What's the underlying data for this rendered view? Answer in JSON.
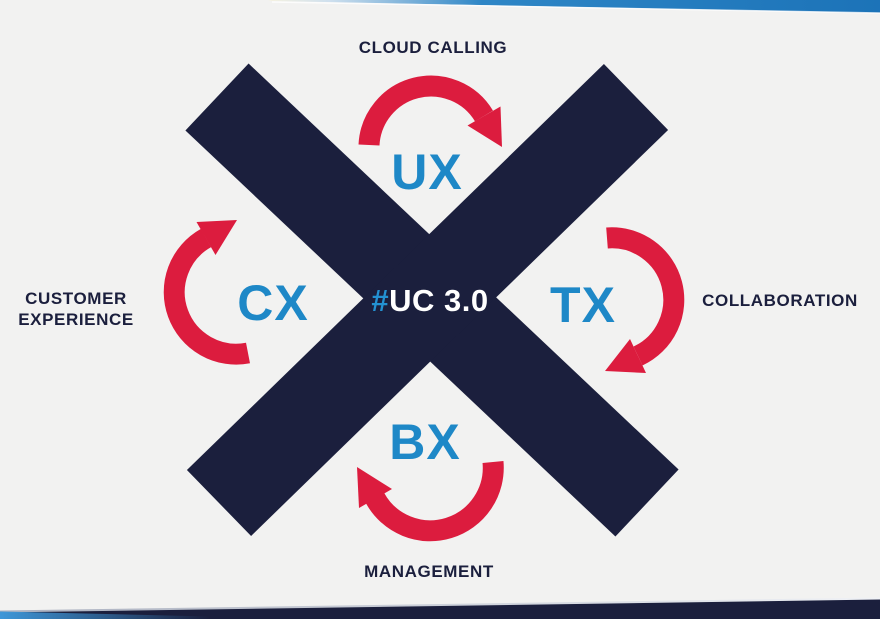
{
  "diagram": {
    "title_center": {
      "hash": "#",
      "text": "UC 3.0"
    },
    "nodes": [
      {
        "id": "ux",
        "label": "UX",
        "caption": "CLOUD CALLING",
        "position": "top"
      },
      {
        "id": "tx",
        "label": "TX",
        "caption": "COLLABORATION",
        "position": "right"
      },
      {
        "id": "bx",
        "label": "BX",
        "caption": "MANAGEMENT",
        "position": "bottom"
      },
      {
        "id": "cx",
        "label": "CX",
        "caption": "CUSTOMER\nEXPERIENCE",
        "position": "left"
      }
    ],
    "arrow_direction": "clockwise"
  },
  "colors": {
    "navy": "#1B1F3D",
    "red": "#DC1C3E",
    "blue": "#1E88C7",
    "background": "#F2F2F1",
    "band_blue": "#1E7CC0"
  }
}
